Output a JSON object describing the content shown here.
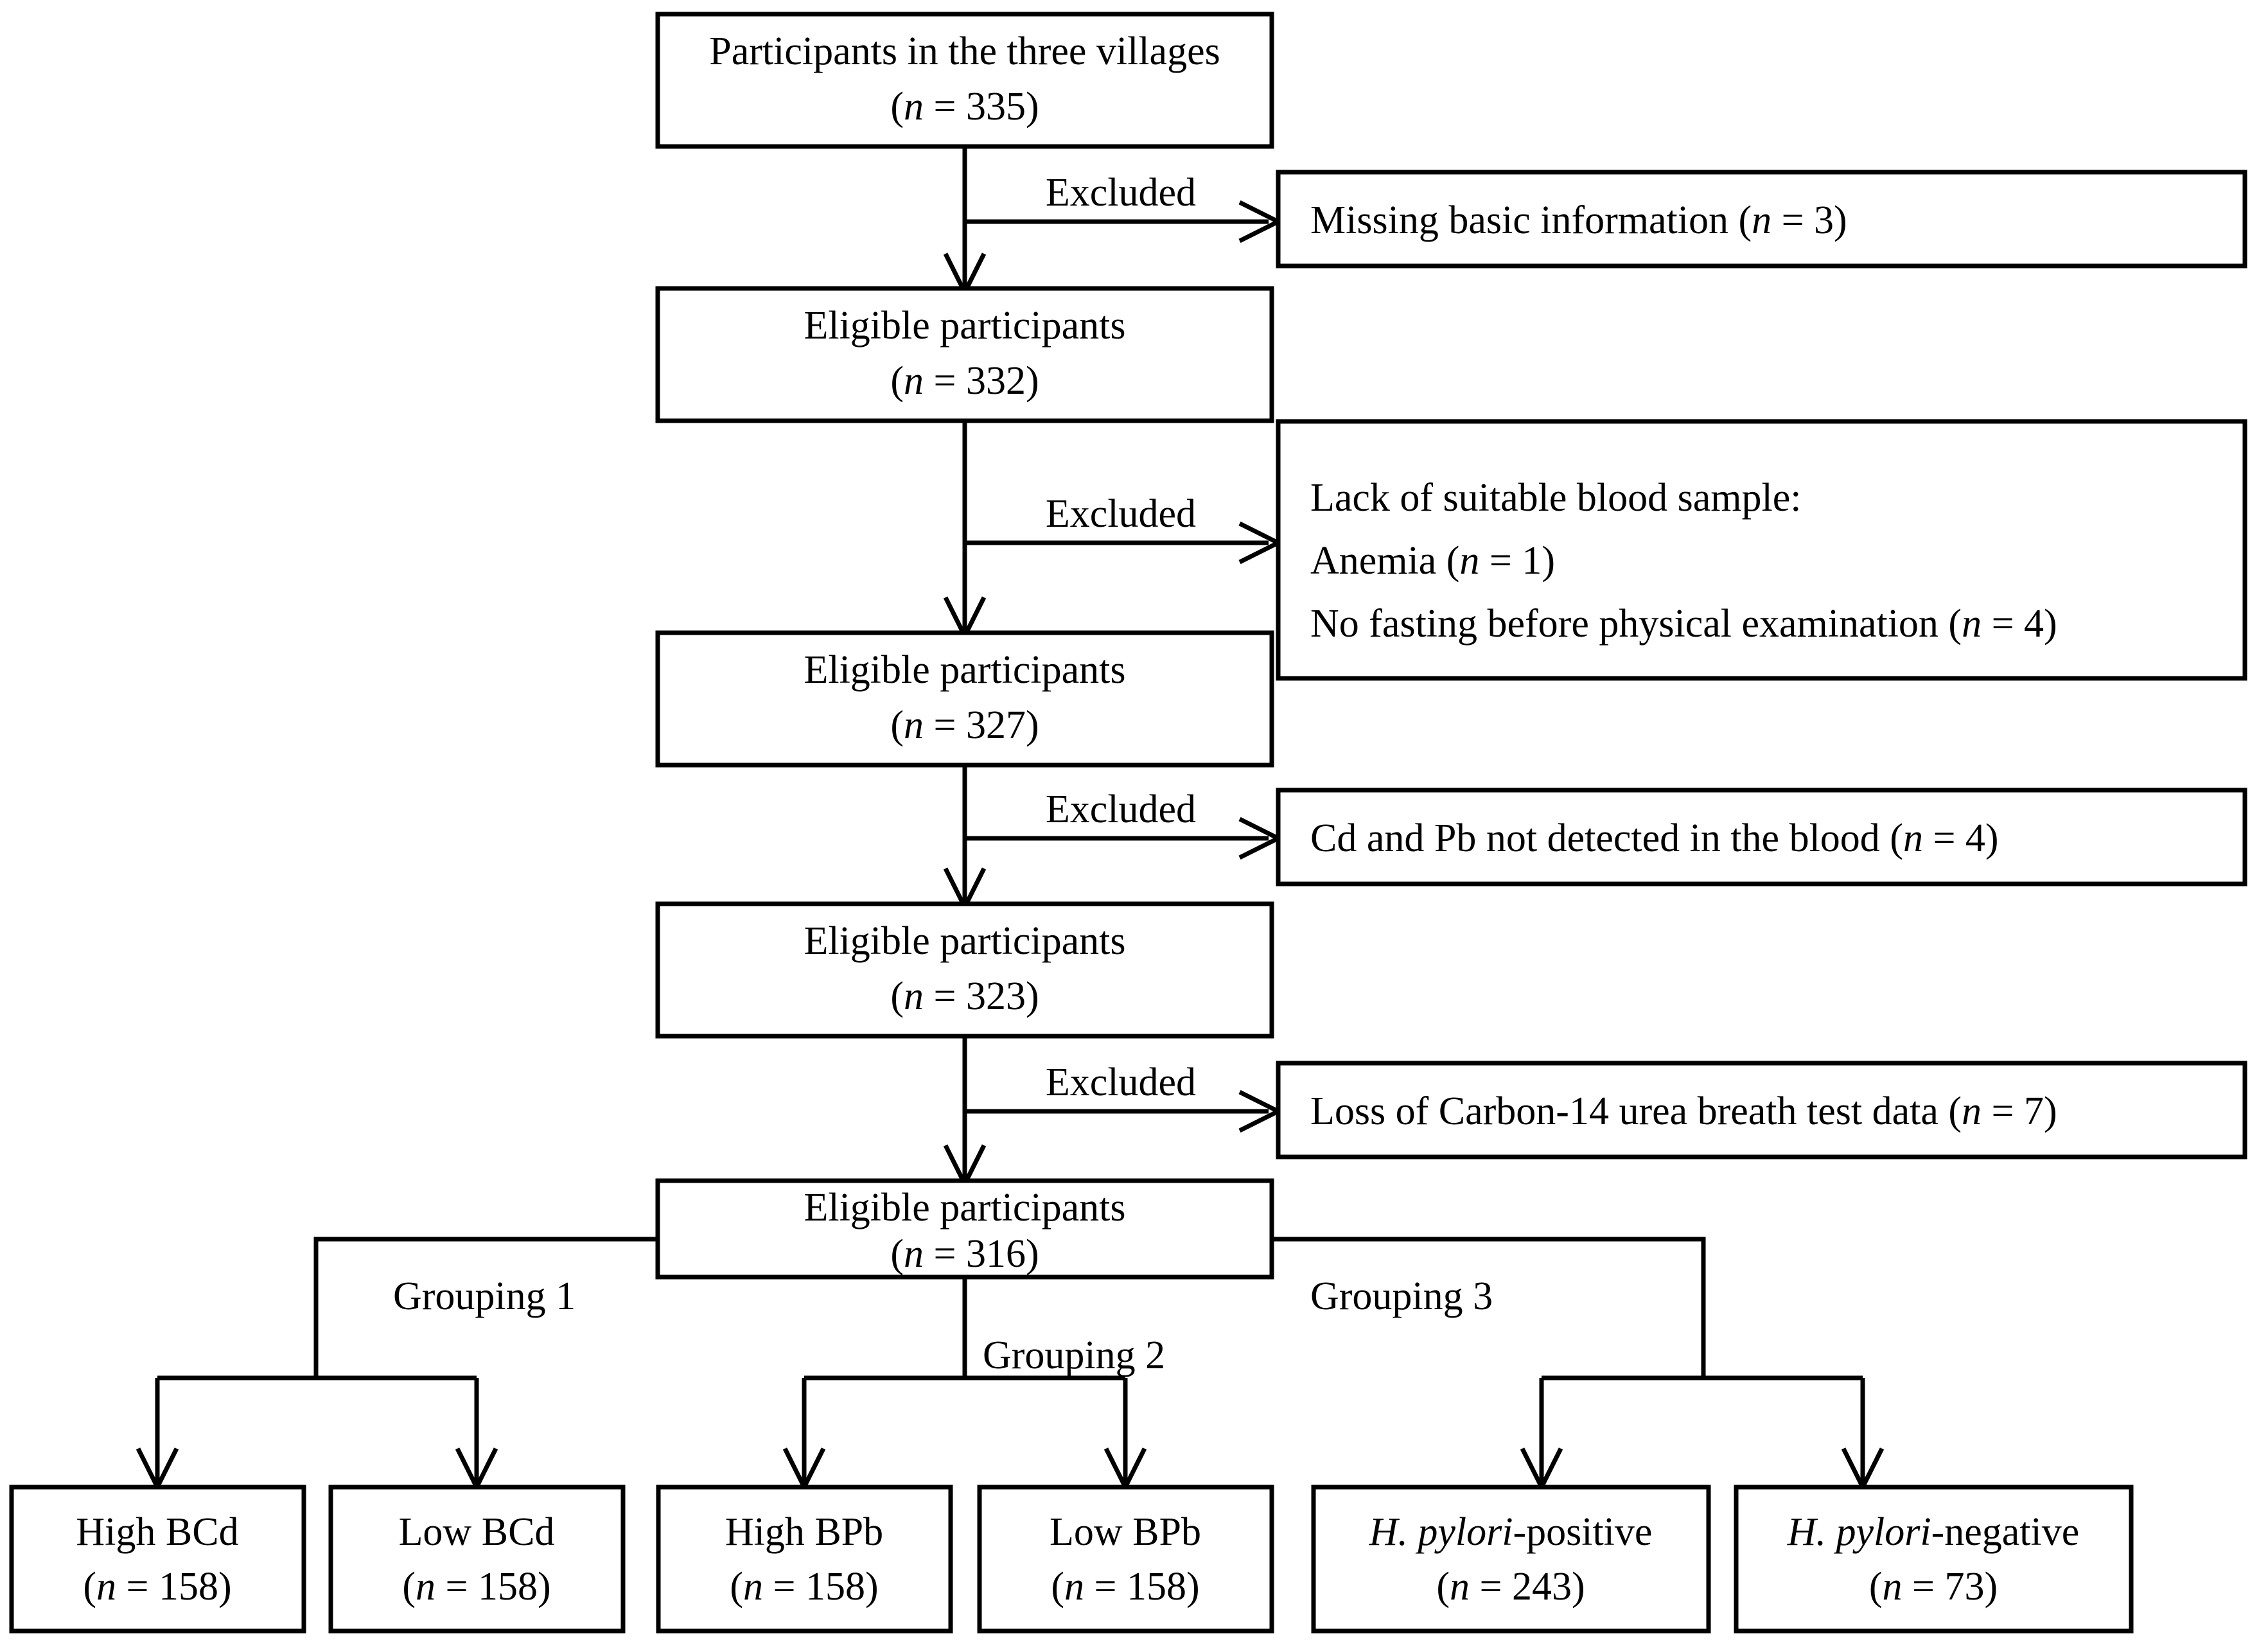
{
  "diagram": {
    "title": "Participant selection flow diagram",
    "type": "flowchart",
    "line_color": "#000000",
    "background_color": "#ffffff"
  },
  "main_nodes": [
    {
      "id": "participants",
      "line1": "Participants in the three villages",
      "n_prefix": "(",
      "n_var": "n",
      "n_eq": " = ",
      "n_value": "335",
      "n_suffix": ")"
    },
    {
      "id": "eligible_332",
      "line1": "Eligible participants",
      "n_prefix": "(",
      "n_var": "n",
      "n_eq": " = ",
      "n_value": "332",
      "n_suffix": ")"
    },
    {
      "id": "eligible_327",
      "line1": "Eligible participants",
      "n_prefix": "(",
      "n_var": "n",
      "n_eq": " = ",
      "n_value": "327",
      "n_suffix": ")"
    },
    {
      "id": "eligible_323",
      "line1": "Eligible participants",
      "n_prefix": "(",
      "n_var": "n",
      "n_eq": " = ",
      "n_value": "323",
      "n_suffix": ")"
    },
    {
      "id": "eligible_316",
      "line1": "Eligible participants",
      "n_prefix": "(",
      "n_var": "n",
      "n_eq": " = ",
      "n_value": "316",
      "n_suffix": ")"
    }
  ],
  "exclusion_labels": [
    {
      "id": "excl_1",
      "label": "Excluded"
    },
    {
      "id": "excl_2",
      "label": "Excluded"
    },
    {
      "id": "excl_3",
      "label": "Excluded"
    },
    {
      "id": "excl_4",
      "label": "Excluded"
    }
  ],
  "exclusion_nodes": [
    {
      "id": "missing_info",
      "lines": [
        {
          "pre": "Missing basic information (",
          "var": "n",
          "eq": " = ",
          "value": "3",
          "post": ")"
        }
      ]
    },
    {
      "id": "lack_blood_sample",
      "lines": [
        {
          "pre": "Lack of suitable blood sample:",
          "var": "",
          "eq": "",
          "value": "",
          "post": ""
        },
        {
          "pre": "Anemia (",
          "var": "n",
          "eq": " = ",
          "value": "1",
          "post": ")"
        },
        {
          "pre": "No fasting before physical examination (",
          "var": "n",
          "eq": " = ",
          "value": "4",
          "post": ")"
        }
      ]
    },
    {
      "id": "cd_pb_not_detected",
      "lines": [
        {
          "pre": "Cd and Pb not detected in the blood (",
          "var": "n",
          "eq": " = ",
          "value": "4",
          "post": ")"
        }
      ]
    },
    {
      "id": "loss_c14_data",
      "lines": [
        {
          "pre": "Loss of Carbon-14 urea breath test data (",
          "var": "n",
          "eq": " = ",
          "value": "7",
          "post": ")"
        }
      ]
    }
  ],
  "grouping_labels": [
    {
      "id": "grouping_1",
      "label": "Grouping 1"
    },
    {
      "id": "grouping_2",
      "label": "Grouping 2"
    },
    {
      "id": "grouping_3",
      "label": "Grouping 3"
    }
  ],
  "outcome_nodes": [
    {
      "id": "high_bcd",
      "line1": "High BCd",
      "line1_italic": "",
      "line1_rest": "",
      "n_prefix": "(",
      "n_var": "n",
      "n_eq": " = ",
      "n_value": "158",
      "n_suffix": ")"
    },
    {
      "id": "low_bcd",
      "line1": "Low BCd",
      "line1_italic": "",
      "line1_rest": "",
      "n_prefix": "(",
      "n_var": "n",
      "n_eq": " = ",
      "n_value": "158",
      "n_suffix": ")"
    },
    {
      "id": "high_bpb",
      "line1": "High BPb",
      "line1_italic": "",
      "line1_rest": "",
      "n_prefix": "(",
      "n_var": "n",
      "n_eq": " = ",
      "n_value": "158",
      "n_suffix": ")"
    },
    {
      "id": "low_bpb",
      "line1": "Low BPb",
      "line1_italic": "",
      "line1_rest": "",
      "n_prefix": "(",
      "n_var": "n",
      "n_eq": " = ",
      "n_value": "158",
      "n_suffix": ")"
    },
    {
      "id": "hp_positive",
      "line1": "",
      "line1_italic": "H. pylori",
      "line1_rest": "-positive",
      "n_prefix": "(",
      "n_var": "n",
      "n_eq": " = ",
      "n_value": "243",
      "n_suffix": ")"
    },
    {
      "id": "hp_negative",
      "line1": "",
      "line1_italic": "H. pylori",
      "line1_rest": "-negative",
      "n_prefix": "(",
      "n_var": "n",
      "n_eq": " = ",
      "n_value": "73",
      "n_suffix": ")"
    }
  ]
}
